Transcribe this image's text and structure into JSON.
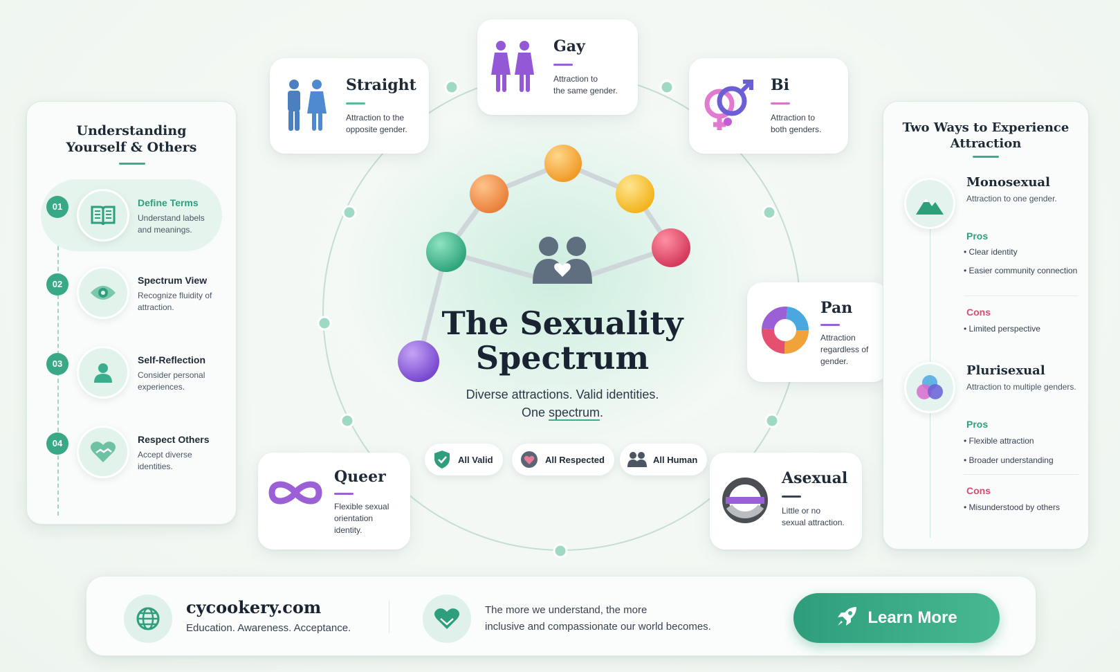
{
  "left_panel": {
    "title_line1": "Understanding",
    "title_line2": "Yourself & Others",
    "steps": [
      {
        "num": "01",
        "title": "Define Terms",
        "desc": "Understand labels and meanings.",
        "icon": "book-icon"
      },
      {
        "num": "02",
        "title": "Spectrum View",
        "desc": "Recognize fluidity of attraction.",
        "icon": "eye-icon"
      },
      {
        "num": "03",
        "title": "Self-Reflection",
        "desc": "Consider personal experiences.",
        "icon": "person-icon"
      },
      {
        "num": "04",
        "title": "Respect Others",
        "desc": "Accept diverse identities.",
        "icon": "heart-handshake-icon"
      }
    ]
  },
  "orientations": {
    "straight": {
      "title": "Straight",
      "desc_line1": "Attraction to the",
      "desc_line2": "opposite gender."
    },
    "gay": {
      "title": "Gay",
      "desc_line1": "Attraction to",
      "desc_line2": "the same gender."
    },
    "bi": {
      "title": "Bi",
      "desc_line1": "Attraction to",
      "desc_line2": "both genders."
    },
    "pan": {
      "title": "Pan",
      "desc_line1": "Attraction",
      "desc_line2": "regardless of",
      "desc_line3": "gender."
    },
    "queer": {
      "title": "Queer",
      "desc_line1": "Flexible sexual",
      "desc_line2": "orientation",
      "desc_line3": "identity."
    },
    "asexual": {
      "title": "Asexual",
      "desc_line1": "Little or no",
      "desc_line2": "sexual attraction."
    }
  },
  "center": {
    "title_line1": "The Sexuality",
    "title_line2": "Spectrum",
    "subtitle_line1": "Diverse attractions. Valid identities.",
    "subtitle_line2_a": "One ",
    "subtitle_line2_b": "spectrum",
    "subtitle_line2_c": ".",
    "pills": [
      {
        "label": "All Valid",
        "icon": "shield-check-icon"
      },
      {
        "label": "All Respected",
        "icon": "heart-icon"
      },
      {
        "label": "All Human",
        "icon": "people-icon"
      }
    ]
  },
  "right_panel": {
    "title_line1": "Two Ways to Experience",
    "title_line2": "Attraction",
    "mono": {
      "title": "Monosexual",
      "desc": "Attraction to one gender.",
      "pros_label": "Pros",
      "pros": [
        "• Clear identity",
        "• Easier community connection"
      ],
      "cons_label": "Cons",
      "cons": [
        "• Limited perspective"
      ]
    },
    "pluri": {
      "title": "Plurisexual",
      "desc": "Attraction to multiple genders.",
      "pros_label": "Pros",
      "pros": [
        "• Flexible attraction",
        "• Broader understanding"
      ],
      "cons_label": "Cons",
      "cons": [
        "• Misunderstood by others"
      ]
    }
  },
  "footer": {
    "site": "cycookery.com",
    "tagline": "Education. Awareness. Acceptance.",
    "message_line1": "The more we understand, the more",
    "message_line2": "inclusive and compassionate our world becomes.",
    "button_label": "Learn More"
  },
  "colors": {
    "accent": "#38a887",
    "purple": "#9b5fd6",
    "pink": "#d94b72",
    "node_orange": "#f0954a",
    "node_yellow": "#f6c23c",
    "node_gold": "#f5a938",
    "node_green": "#4cbf95",
    "node_red": "#e5506e",
    "node_purple": "#8a5ad8"
  }
}
